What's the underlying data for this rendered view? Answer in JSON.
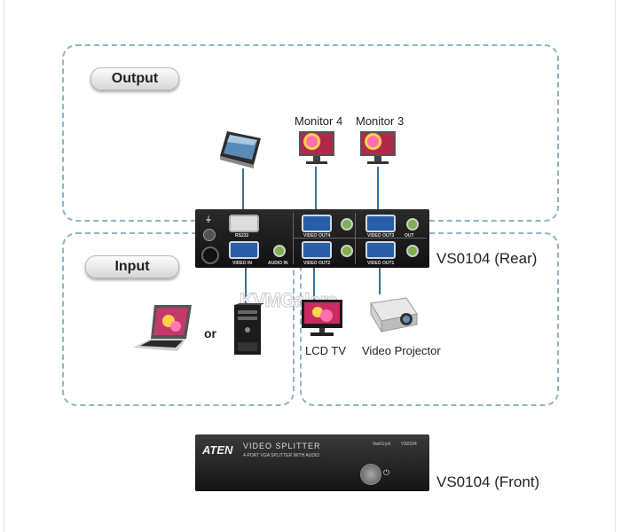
{
  "zones": {
    "output_label": "Output",
    "input_label": "Input"
  },
  "labels": {
    "monitor4": "Monitor 4",
    "monitor3": "Monitor 3",
    "or": "or",
    "lcd_tv": "LCD TV",
    "projector": "Video Projector",
    "rear": "VS0104 (Rear)",
    "front": "VS0104 (Front)"
  },
  "rear_panel": {
    "rs232": "RS232",
    "video_in": "VIDEO IN",
    "audio_in": "AUDIO IN",
    "video_out4": "VIDEO OUT4",
    "video_out3": "VIDEO OUT3",
    "video_out2": "VIDEO OUT2",
    "video_out1": "VIDEO OUT1",
    "out": "OUT"
  },
  "front_panel": {
    "brand": "ATEN",
    "product": "VIDEO SPLITTER",
    "subtitle": "4-PORT VGA SPLITTER WITH AUDIO",
    "series": "VanCryst",
    "model": "VS0104"
  },
  "watermark": "KVMGalore",
  "colors": {
    "dashed_border": "#8fb3c6",
    "cable": "#3f6e93",
    "vga_port": "#2b5ea8",
    "audio_jack": "#7fb04b"
  },
  "icons": [
    "touch-panel-icon",
    "monitor-icon",
    "laptop-icon",
    "desktop-tower-icon",
    "lcd-tv-icon",
    "projector-icon",
    "power-button-icon"
  ]
}
